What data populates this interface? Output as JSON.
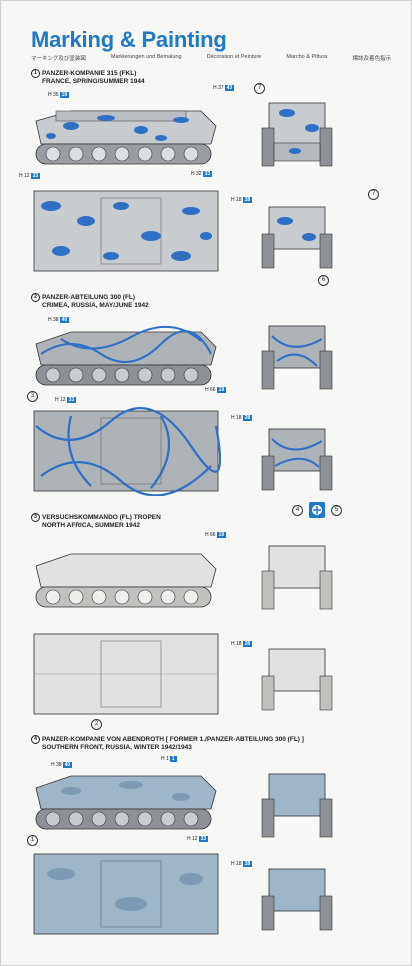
{
  "header": {
    "title": "Marking & Painting",
    "languages": [
      "マーキング及び塗装図",
      "Markierungen und Bemalung",
      "Décoration et Peinture",
      "Marcho & Pittura",
      "標誌及着色指示"
    ]
  },
  "schemes": [
    {
      "number": "1",
      "line1": "PANZER-KOMPANIE 315 (FKL)",
      "line2": "FRANCE, SPRING/SUMMER 1944"
    },
    {
      "number": "2",
      "line1": "PANZER-ABTEILUNG 300 (FL)",
      "line2": "CRIMEA, RUSSIA, MAY/JUNE 1942"
    },
    {
      "number": "3",
      "line1": "VERSUCHSKOMMANDO (FL) TROPEN",
      "line2": "NORTH AFRICA, SUMMER 1942"
    },
    {
      "number": "4",
      "line1": "PANZER-KOMPANIE VON ABENDROTH [ FORMER 1./PANZER-ABTEILUNG 300 (FL) ]",
      "line2": "SOUTHERN FRONT, RUSSIA, WINTER 1942/1943"
    }
  ],
  "codes": [
    {
      "prefix": "H",
      "num": "35",
      "id": "19"
    },
    {
      "prefix": "H",
      "num": "37",
      "id": "43"
    },
    {
      "prefix": "H",
      "num": "12",
      "id": "33"
    },
    {
      "prefix": "H",
      "num": "32",
      "id": "33"
    },
    {
      "prefix": "H",
      "num": "18",
      "id": "28"
    },
    {
      "prefix": "H",
      "num": "38",
      "id": "40"
    },
    {
      "prefix": "H",
      "num": "66",
      "id": "19"
    },
    {
      "prefix": "H",
      "num": "12",
      "id": "33"
    },
    {
      "prefix": "H",
      "num": "18",
      "id": "28"
    },
    {
      "prefix": "H",
      "num": "66",
      "id": "19"
    },
    {
      "prefix": "H",
      "num": "18",
      "id": "28"
    },
    {
      "prefix": "H",
      "num": "38",
      "id": "40"
    },
    {
      "prefix": "H",
      "num": "1",
      "id": "1"
    },
    {
      "prefix": "H",
      "num": "12",
      "id": "33"
    },
    {
      "prefix": "H",
      "num": "18",
      "id": "28"
    }
  ],
  "callouts": [
    "7",
    "7",
    "6",
    "3",
    "4",
    "5",
    "2",
    "1"
  ],
  "colors": {
    "title": "#1f79c8",
    "camo_blue": "#2f6fc4",
    "base_gray": "#c9cccf",
    "dark_gray": "#8d9196",
    "winter": "#9fb6c9"
  }
}
